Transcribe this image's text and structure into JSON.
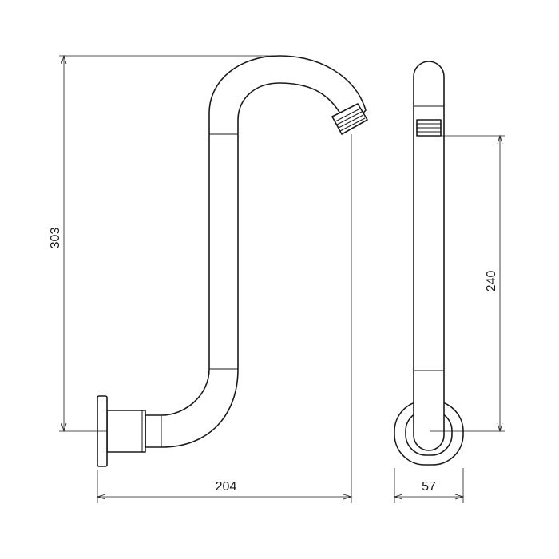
{
  "dimensions": {
    "overall_height": "303",
    "overall_width": "204",
    "side_height": "240",
    "side_width": "57"
  },
  "colors": {
    "line": "#1a1a1a",
    "background": "#ffffff"
  }
}
